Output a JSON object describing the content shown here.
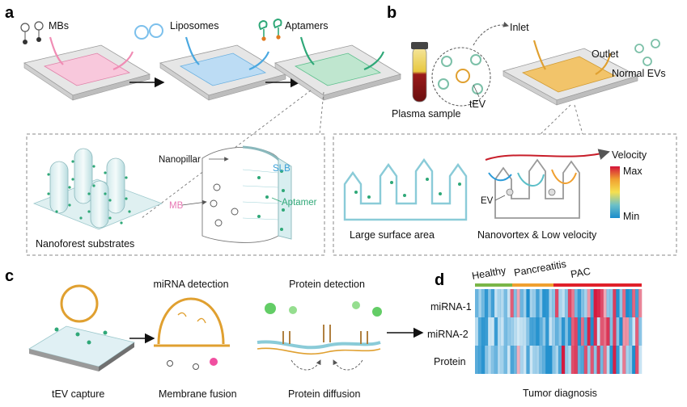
{
  "panels": {
    "a": "a",
    "b": "b",
    "c": "c",
    "d": "d"
  },
  "panel_a": {
    "mbs": "MBs",
    "liposomes": "Liposomes",
    "aptamers": "Aptamers",
    "nanoforest": "Nanoforest substrates",
    "nanopillar": "Nanopillar",
    "slb": "SLB",
    "mb": "MB",
    "aptamer": "Aptamer"
  },
  "panel_b": {
    "inlet": "Inlet",
    "outlet": "Outlet",
    "normal_evs": "Normal EVs",
    "plasma": "Plasma sample",
    "tev": "tEV",
    "velocity": "Velocity",
    "max": "Max",
    "min": "Min",
    "ev": "EV",
    "large_surface": "Large surface area",
    "nanovortex": "Nanovortex & Low velocity"
  },
  "panel_c": {
    "tev_capture": "tEV capture",
    "mirna_detection": "miRNA detection",
    "membrane_fusion": "Membrane fusion",
    "protein_detection": "Protein detection",
    "protein_diffusion": "Protein diffusion"
  },
  "panel_d": {
    "groups": [
      {
        "label": "Healthy",
        "color": "#7ab648"
      },
      {
        "label": "Pancreatitis",
        "color": "#f0a030"
      },
      {
        "label": "PAC",
        "color": "#e0202a"
      }
    ],
    "rows": [
      "miRNA-1",
      "miRNA-2",
      "Protein"
    ],
    "caption": "Tumor diagnosis"
  },
  "colors": {
    "substrate": "#e8e8e8",
    "pink": "#f08cb4",
    "blue": "#4aa8e0",
    "green": "#2fa878",
    "orange": "#f0a030",
    "heat_high": "#d4143a",
    "heat_low": "#1a8ccc"
  }
}
